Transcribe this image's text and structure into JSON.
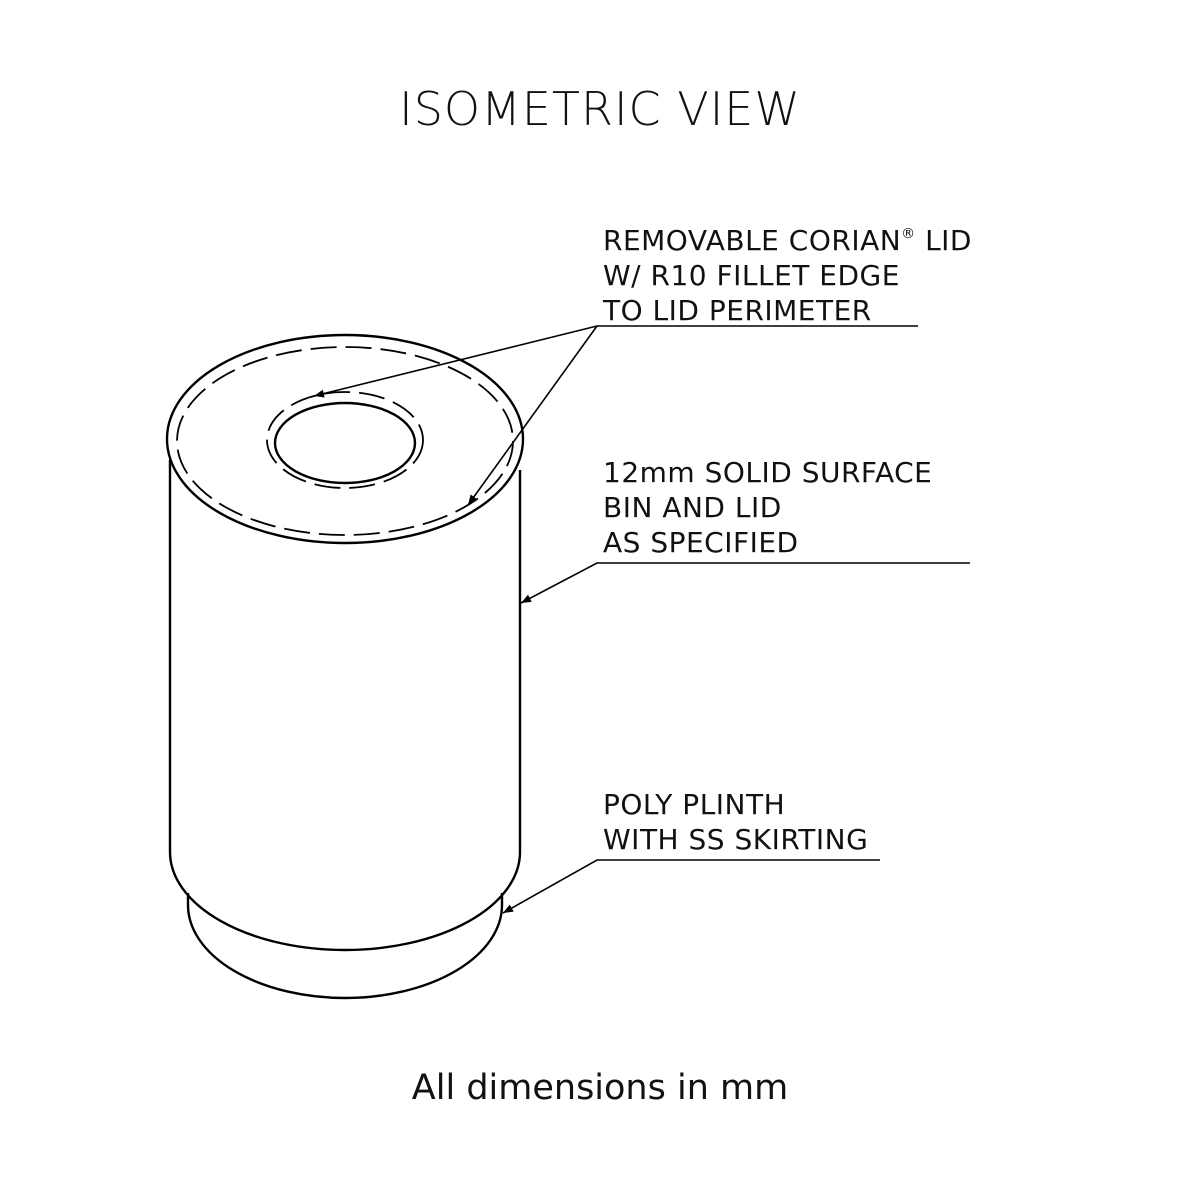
{
  "title": "ISOMETRIC VIEW",
  "notes": [
    {
      "lines": [
        "REMOVABLE CORIAN",
        "W/ R10 FILLET EDGE",
        "TO LID PERIMETER"
      ],
      "mark": "®",
      "tail": " LID"
    },
    {
      "lines": [
        "12mm SOLID SURFACE",
        "BIN AND LID",
        "AS SPECIFIED"
      ]
    },
    {
      "lines": [
        "POLY PLINTH",
        "WITH SS SKIRTING"
      ]
    }
  ],
  "footer": "All dimensions in mm"
}
